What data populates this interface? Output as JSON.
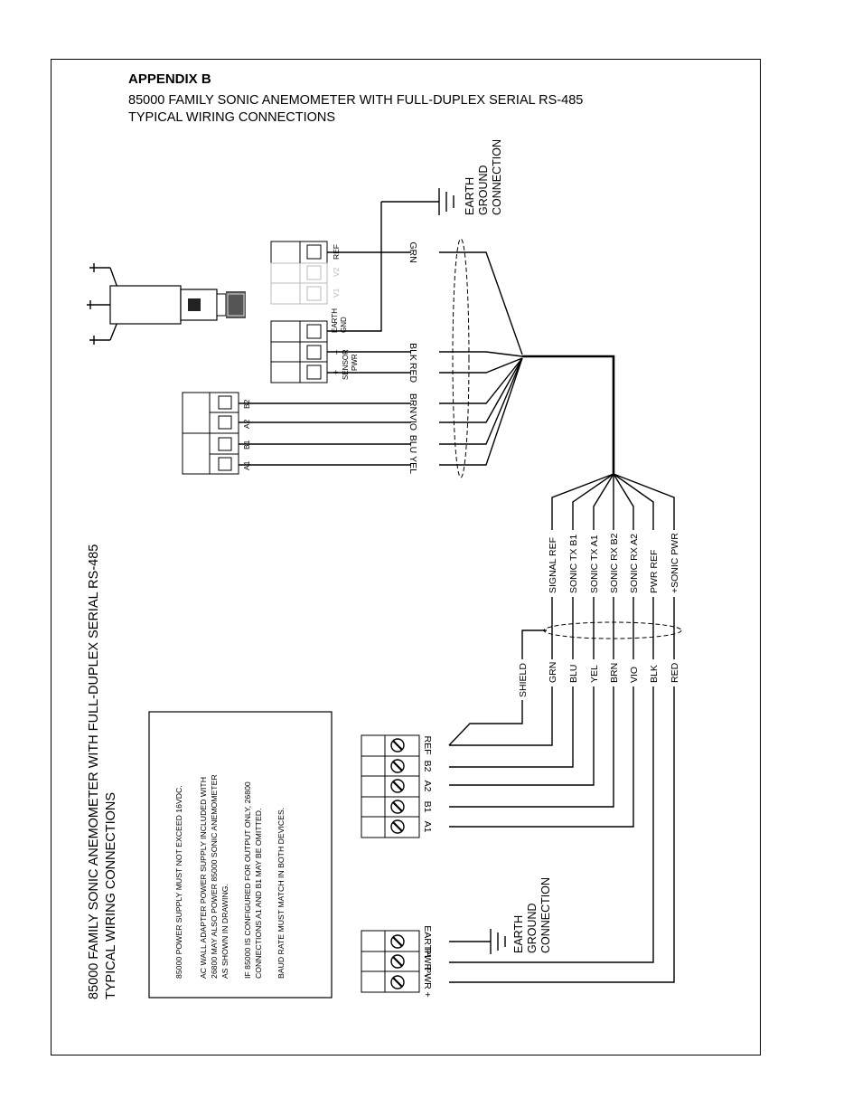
{
  "header": {
    "appendix": "APPENDIX B",
    "line1": "85000 FAMILY SONIC ANEMOMETER WITH FULL-DUPLEX SERIAL RS-485",
    "line2": "TYPICAL WIRING CONNECTIONS"
  },
  "rotated_title": {
    "line1": "85000 FAMILY SONIC ANEMOMETER WITH FULL-DUPLEX SERIAL RS-485",
    "line2": "TYPICAL WIRING CONNECTIONS"
  },
  "earth_ground": [
    "EARTH",
    "GROUND",
    "CONNECTION"
  ],
  "sensor_terminals": {
    "ref": "REF",
    "v2": "V2",
    "v1": "V1",
    "earth_gnd": [
      "EARTH",
      "GND"
    ],
    "minus": "–",
    "plus": "+",
    "sensor_pwr": [
      "SENSOR",
      "PWR"
    ],
    "b2": "B2",
    "a2": "A2",
    "b1": "B1",
    "a1": "A1"
  },
  "sensor_wires": [
    "GRN",
    "BLK",
    "RED",
    "BRN",
    "VIO",
    "BLU",
    "YEL"
  ],
  "cable_signals": [
    "SIGNAL REF",
    "SONIC TX B1",
    "SONIC TX A1",
    "SONIC RX B2",
    "SONIC RX A2",
    "PWR REF",
    "+SONIC PWR"
  ],
  "cable_colors": [
    "SHIELD",
    "GRN",
    "BLU",
    "YEL",
    "BRN",
    "VIO",
    "BLK",
    "RED"
  ],
  "device_terminals": [
    "REF",
    "B2",
    "A2",
    "B1",
    "A1"
  ],
  "power_terminals": [
    "EARTH",
    "PWR -",
    "PWR +"
  ],
  "notes": [
    "85000 POWER SUPPLY MUST NOT EXCEED 16VDC.",
    "AC WALL ADAPTER POWER SUPPLY INCLUDED WITH",
    "26800 MAY ALSO POWER 85000 SONIC ANEMOMETER",
    "AS SHOWN IN DRAWING.",
    "IF 85000 IS CONFIGURED FOR OUTPUT ONLY, 26800",
    "CONNECTIONS A1 AND B1 MAY BE OMITTED.",
    "BAUD RATE MUST MATCH IN BOTH DEVICES."
  ]
}
